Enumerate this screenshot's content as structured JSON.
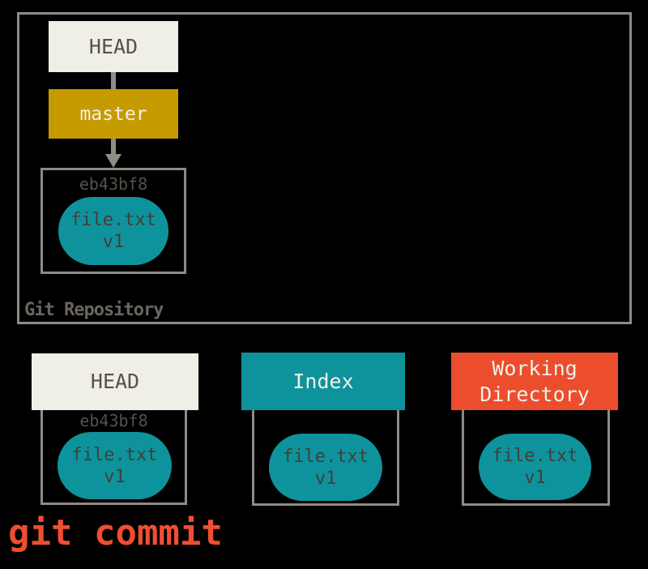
{
  "diagram": {
    "command": "git commit",
    "repository": {
      "label": "Git Repository",
      "head_label": "HEAD",
      "branch_label": "master",
      "commit_sha": "eb43bf8",
      "blob_file": "file.txt",
      "blob_version": "v1"
    },
    "sections": {
      "head": {
        "title": "HEAD",
        "sha": "eb43bf8",
        "blob_file": "file.txt",
        "blob_version": "v1"
      },
      "index": {
        "title": "Index",
        "blob_file": "file.txt",
        "blob_version": "v1"
      },
      "workdir": {
        "title": "Working Directory",
        "blob_file": "file.txt",
        "blob_version": "v1"
      }
    },
    "colors": {
      "background": "#000000",
      "border_gray": "#8F8A83",
      "arrow_gray": "#918C85",
      "cream_box": "#F0EFE7",
      "cream_text": "#F2F1E9",
      "gold": "#C69B00",
      "teal": "#0E939D",
      "orange_red_box": "#EC4D2D",
      "orange_red_text": "#F04E31",
      "dark_text": "#56514B",
      "blob_text": "#433E39",
      "repo_label_text": "#6A6560"
    }
  }
}
